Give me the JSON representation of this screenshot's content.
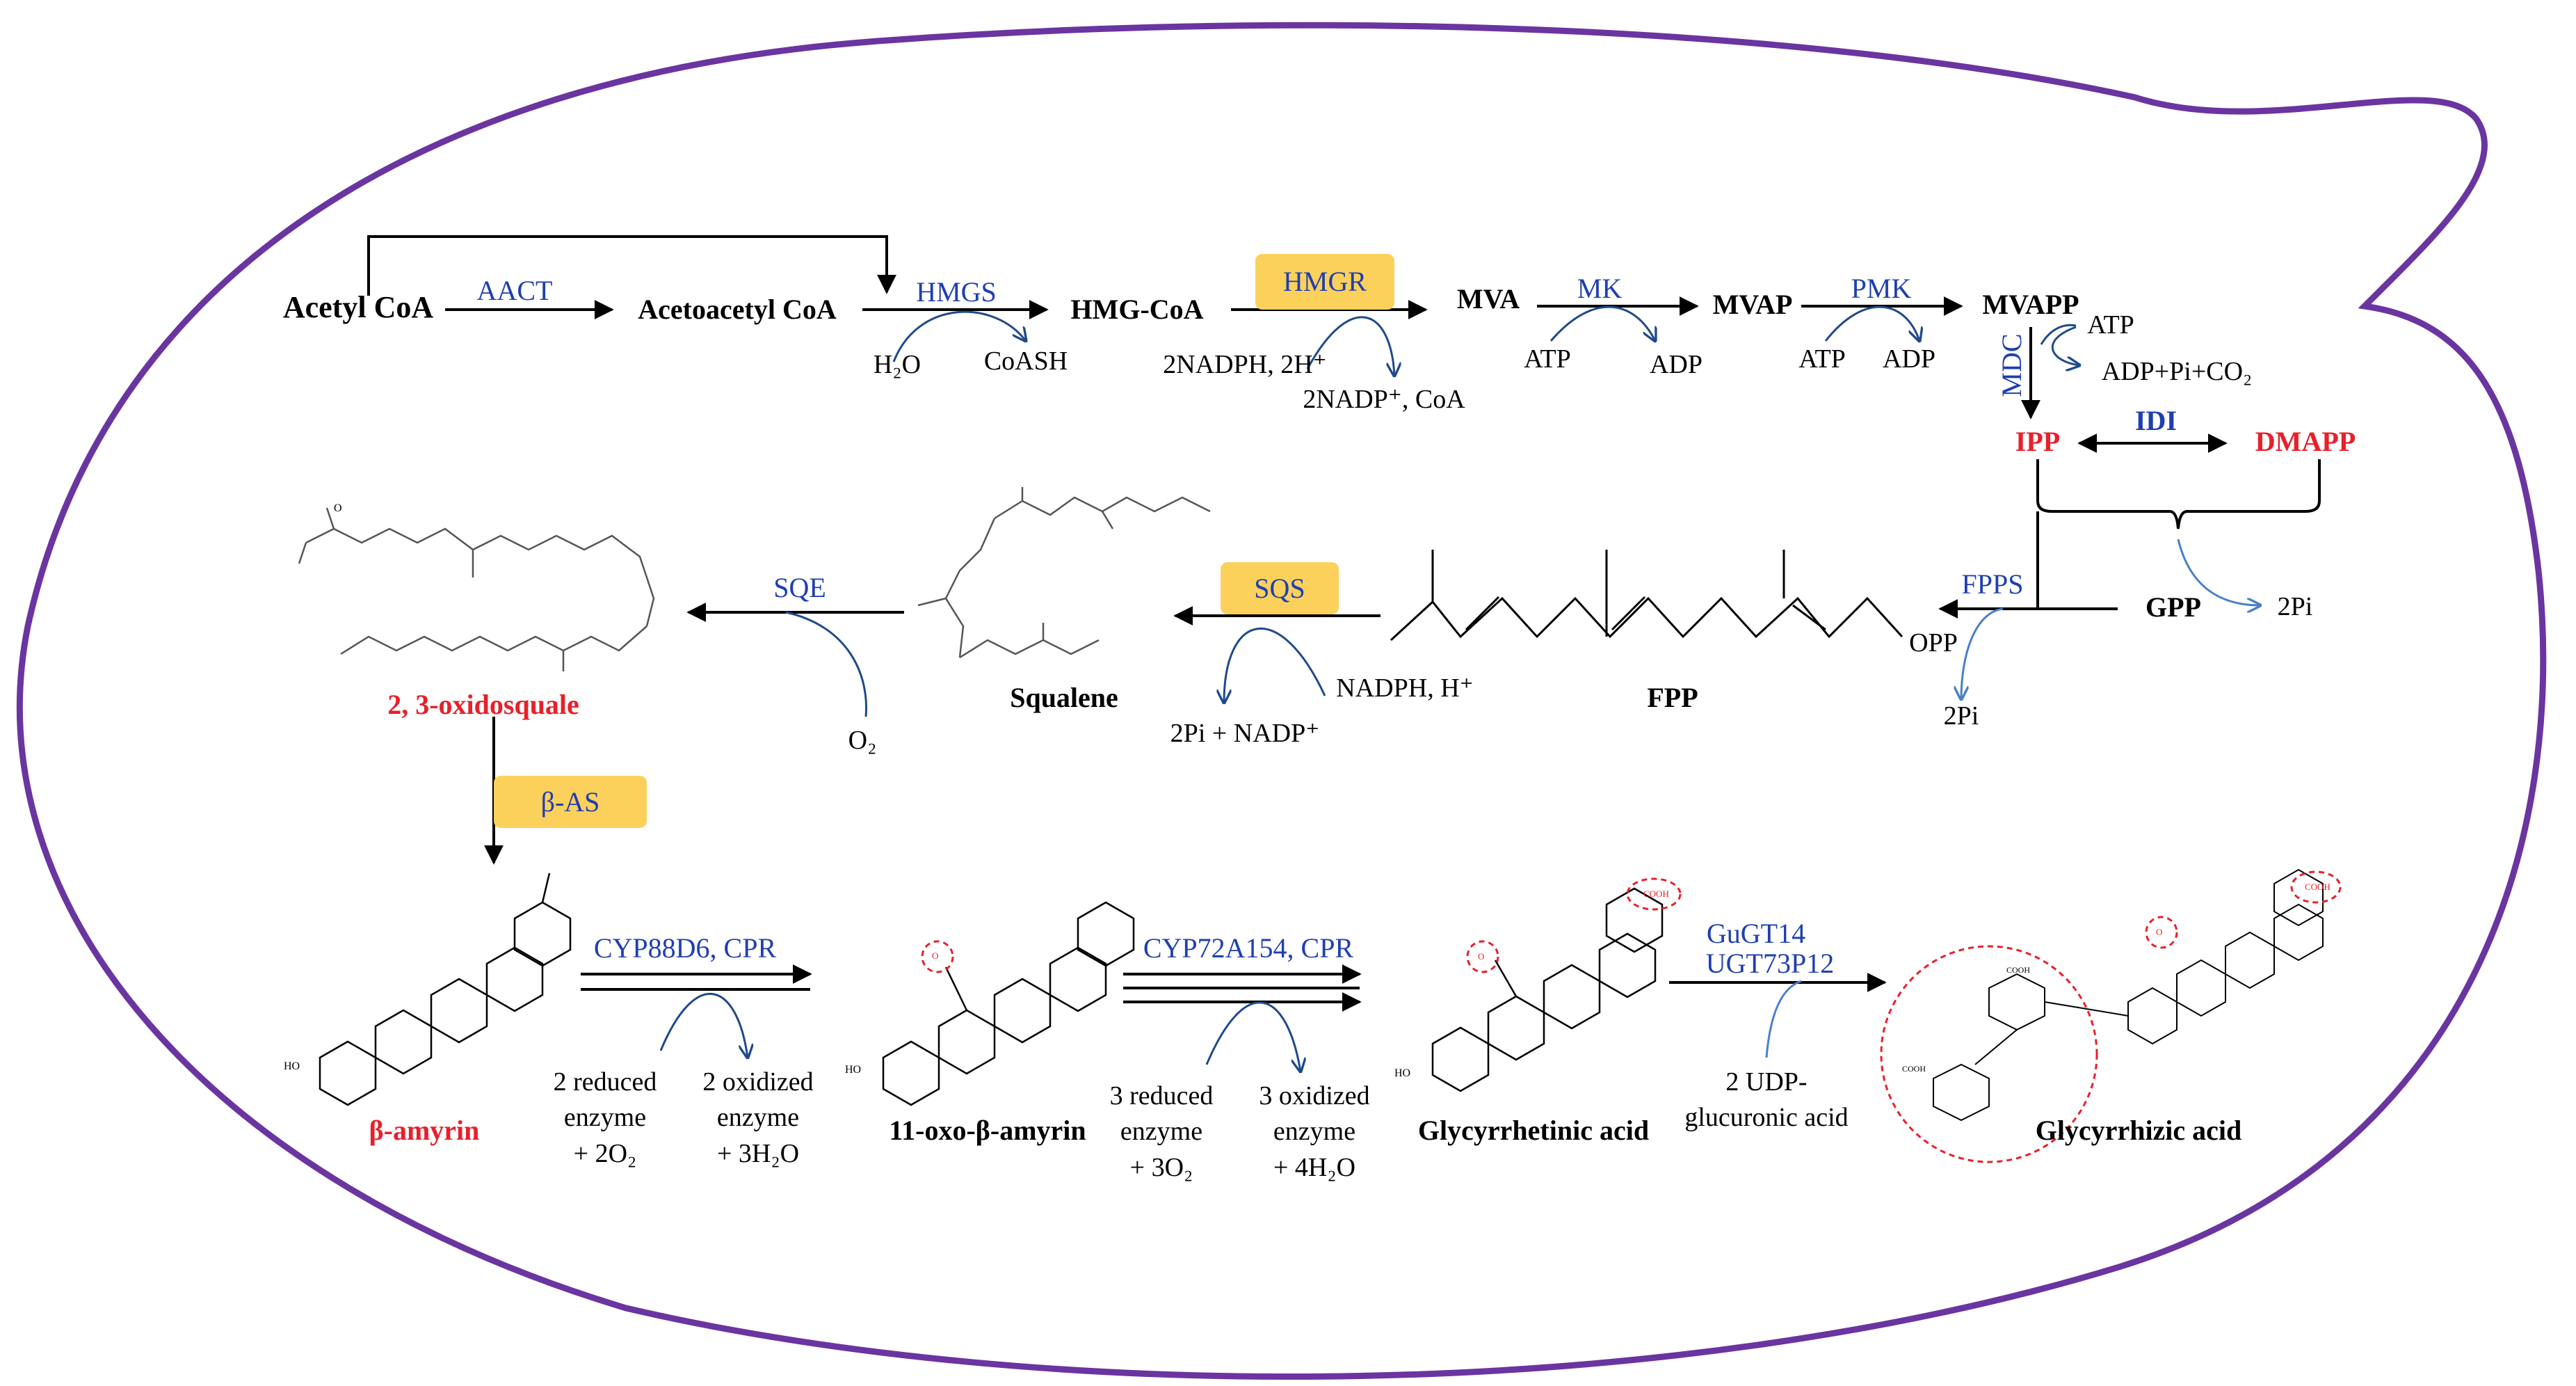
{
  "colors": {
    "cell_outline": "#6a35a0",
    "enzyme_text": "#1f3fb0",
    "highlight_metabolite": "#e8202a",
    "enzyme_box": "#fcd15b",
    "cofactor_arrow": "#1f4a8a"
  },
  "metabolites": {
    "acetyl_coa": "Acetyl CoA",
    "acetoacetyl_coa": "Acetoacetyl CoA",
    "hmg_coa": "HMG-CoA",
    "mva": "MVA",
    "mvap": "MVAP",
    "mvapp": "MVAPP",
    "ipp": "IPP",
    "dmapp": "DMAPP",
    "gpp": "GPP",
    "fpp": "FPP",
    "squalene": "Squalene",
    "oxidosqualene": "2, 3-oxidosquale",
    "beta_amyrin": "β-amyrin",
    "oxo_beta_amyrin": "11-oxo-β-amyrin",
    "glycyrrhetinic_acid": "Glycyrrhetinic acid",
    "glycyrrhizic_acid": "Glycyrrhizic acid"
  },
  "enzymes": {
    "aact": "AACT",
    "hmgs": "HMGS",
    "hmgr": "HMGR",
    "mk": "MK",
    "pmk": "PMK",
    "mdc": "MDC",
    "idi": "IDI",
    "fpps": "FPPS",
    "sqs": "SQS",
    "sqe": "SQE",
    "bas": "β-AS",
    "cyp88d6": "CYP88D6, CPR",
    "cyp72a154": "CYP72A154, CPR",
    "gugt14": "GuGT14",
    "ugt73p12": "UGT73P12"
  },
  "cofactors": {
    "h2o_in": "H₂O",
    "coash": "CoASH",
    "nadph_in": "2NADPH, 2H⁺",
    "nadp_out": "2NADP⁺, CoA",
    "mk_atp": "ATP",
    "mk_adp": "ADP",
    "pmk_atp": "ATP",
    "pmk_adp": "ADP",
    "mdc_atp": "ATP",
    "mdc_out": "ADP+Pi+CO₂",
    "gpp_pi": "2Pi",
    "fpps_pi": "2Pi",
    "sqs_nadph": "NADPH, H⁺",
    "sqs_out": "2Pi + NADP⁺",
    "o2": "O₂",
    "cyp88_in": [
      "2 reduced",
      "enzyme",
      "+ 2O₂"
    ],
    "cyp88_out": [
      "2 oxidized",
      "enzyme",
      "+ 3H₂O"
    ],
    "cyp72_in": [
      "3 reduced",
      "enzyme",
      "+ 3O₂"
    ],
    "cyp72_out": [
      "3 oxidized",
      "enzyme",
      "+ 4H₂O"
    ],
    "udp": [
      "2 UDP-",
      "glucuronic acid"
    ]
  },
  "structure_labels": {
    "opp": "OPP",
    "ho": "HO",
    "o": "O",
    "cooh": "COOH"
  }
}
